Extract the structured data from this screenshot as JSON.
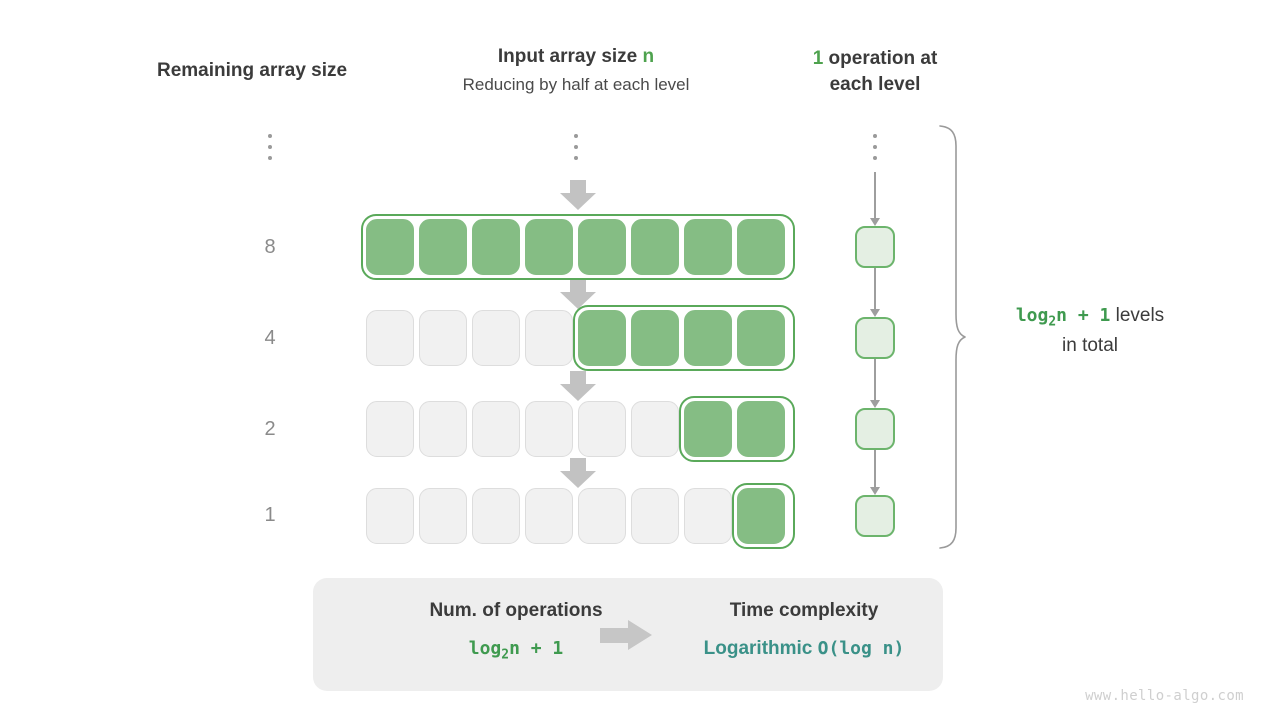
{
  "headers": {
    "left": "Remaining array size",
    "center_title_prefix": "Input array size ",
    "center_title_symbol": "n",
    "center_subtitle": "Reducing by half at each level",
    "right_count": "1",
    "right_line1_rest": " operation at",
    "right_line2": "each level"
  },
  "row_labels": [
    "8",
    "4",
    "2",
    "1"
  ],
  "ellipsis_label": "vertical-ellipsis",
  "rows": [
    {
      "size": "8",
      "total_cells": 8,
      "filled_from": 0,
      "filled_count": 8
    },
    {
      "size": "4",
      "total_cells": 8,
      "filled_from": 4,
      "filled_count": 4
    },
    {
      "size": "2",
      "total_cells": 8,
      "filled_from": 6,
      "filled_count": 2
    },
    {
      "size": "1",
      "total_cells": 8,
      "filled_from": 7,
      "filled_count": 1
    }
  ],
  "operations": {
    "box_count": 4,
    "per_level": "1"
  },
  "brace_note": {
    "formula": "log",
    "formula_sub": "2",
    "formula_rest": "n + 1",
    "word": "levels",
    "line2": "in total"
  },
  "summary": {
    "left_title": "Num. of operations",
    "left_formula": "log",
    "left_formula_sub": "2",
    "left_formula_rest": "n + 1",
    "right_title": "Time complexity",
    "right_word": "Logarithmic",
    "right_notation": "O(log n)",
    "arrow": "right-arrow-icon"
  },
  "watermark": "www.hello-algo.com",
  "colors": {
    "green_fill": "#85bd84",
    "green_border": "#5aa95a",
    "green_text": "#4ea24e",
    "light_green_fill": "#e4efe3",
    "gray_cell": "#f1f1f1",
    "gray_arrow": "#c2c2c2",
    "teal": "#3a9188",
    "panel_bg": "#eeeeee"
  }
}
